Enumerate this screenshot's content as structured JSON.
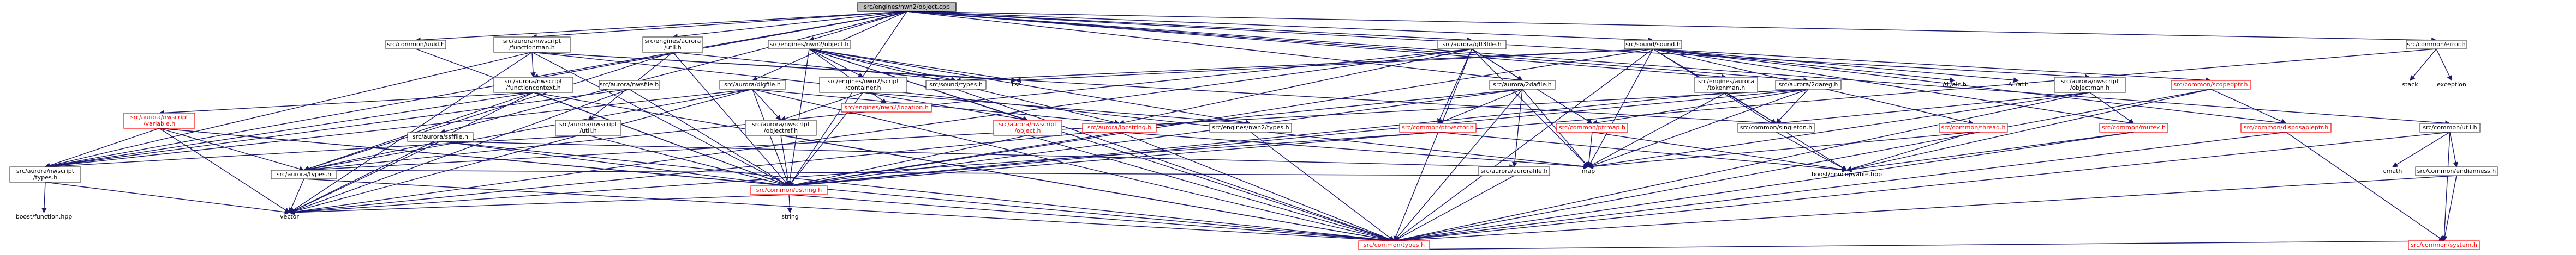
{
  "root": "graph-root",
  "nodes": [
    {
      "id": "root",
      "label": "src/engines/nwn2/object.cpp",
      "style": "root"
    },
    {
      "id": "n_uuid",
      "label": "src/common/uuid.h",
      "style": "normal"
    },
    {
      "id": "n_fncman",
      "label": "src/aurora/nwscript\n/functionman.h",
      "style": "normal"
    },
    {
      "id": "n_ea_util",
      "label": "src/engines/aurora\n/util.h",
      "style": "normal"
    },
    {
      "id": "n_nwn2obj",
      "label": "src/engines/nwn2/object.h",
      "style": "normal"
    },
    {
      "id": "n_gff3file",
      "label": "src/aurora/gff3file.h",
      "style": "normal"
    },
    {
      "id": "n_sound",
      "label": "src/sound/sound.h",
      "style": "normal"
    },
    {
      "id": "n_error",
      "label": "src/common/error.h",
      "style": "normal"
    },
    {
      "id": "n_fnccontext",
      "label": "src/aurora/nwscript\n/functioncontext.h",
      "style": "normal"
    },
    {
      "id": "n_nwsfile",
      "label": "src/aurora/nwsfile.h",
      "style": "normal"
    },
    {
      "id": "n_dlgfile",
      "label": "src/aurora/dlgfile.h",
      "style": "normal"
    },
    {
      "id": "n_container",
      "label": "src/engines/nwn2/script\n/container.h",
      "style": "normal"
    },
    {
      "id": "n_location",
      "label": "src/engines/nwn2/location.h",
      "style": "red"
    },
    {
      "id": "n_soundtypes",
      "label": "src/sound/types.h",
      "style": "normal"
    },
    {
      "id": "n_list",
      "label": "list",
      "style": "plain"
    },
    {
      "id": "n_2dafile",
      "label": "src/aurora/2dafile.h",
      "style": "normal"
    },
    {
      "id": "n_tokenman",
      "label": "src/engines/aurora\n/tokenman.h",
      "style": "normal"
    },
    {
      "id": "n_2dareg",
      "label": "src/aurora/2dareg.h",
      "style": "normal"
    },
    {
      "id": "n_alch",
      "label": "AL/alc.h",
      "style": "plain"
    },
    {
      "id": "n_alh",
      "label": "AL/al.h",
      "style": "plain"
    },
    {
      "id": "n_objectman",
      "label": "src/aurora/nwscript\n/objectman.h",
      "style": "normal"
    },
    {
      "id": "n_scopedptr",
      "label": "src/common/scopedptr.h",
      "style": "red"
    },
    {
      "id": "n_stack",
      "label": "stack",
      "style": "plain"
    },
    {
      "id": "n_exception",
      "label": "exception",
      "style": "plain"
    },
    {
      "id": "n_variable",
      "label": "src/aurora/nwscript\n/variable.h",
      "style": "red"
    },
    {
      "id": "n_nws_util",
      "label": "src/aurora/nwscript\n/util.h",
      "style": "normal"
    },
    {
      "id": "n_objectref",
      "label": "src/aurora/nwscript\n/objectref.h",
      "style": "normal"
    },
    {
      "id": "n_nws_object",
      "label": "src/aurora/nwscript\n/object.h",
      "style": "red"
    },
    {
      "id": "n_locstring",
      "label": "src/aurora/locstring.h",
      "style": "red"
    },
    {
      "id": "n_nwn2types",
      "label": "src/engines/nwn2/types.h",
      "style": "normal"
    },
    {
      "id": "n_ptrvector",
      "label": "src/common/ptrvector.h",
      "style": "red"
    },
    {
      "id": "n_ptrmap",
      "label": "src/common/ptrmap.h",
      "style": "red"
    },
    {
      "id": "n_singleton",
      "label": "src/common/singleton.h",
      "style": "normal"
    },
    {
      "id": "n_thread",
      "label": "src/common/thread.h",
      "style": "red"
    },
    {
      "id": "n_mutex",
      "label": "src/common/mutex.h",
      "style": "red"
    },
    {
      "id": "n_disposable",
      "label": "src/common/disposableptr.h",
      "style": "red"
    },
    {
      "id": "n_cutil",
      "label": "src/common/util.h",
      "style": "normal"
    },
    {
      "id": "n_nws_types",
      "label": "src/aurora/nwscript\n/types.h",
      "style": "normal"
    },
    {
      "id": "n_aurtypes",
      "label": "src/aurora/types.h",
      "style": "normal"
    },
    {
      "id": "n_ssffile",
      "label": "src/aurora/ssffile.h",
      "style": "normal"
    },
    {
      "id": "n_ustring",
      "label": "src/common/ustring.h",
      "style": "red"
    },
    {
      "id": "n_aurorafile",
      "label": "src/aurora/aurorafile.h",
      "style": "normal"
    },
    {
      "id": "n_map",
      "label": "map",
      "style": "plain"
    },
    {
      "id": "n_noncopyable",
      "label": "boost/noncopyable.hpp",
      "style": "plain"
    },
    {
      "id": "n_cmath",
      "label": "cmath",
      "style": "plain"
    },
    {
      "id": "n_endianness",
      "label": "src/common/endianness.h",
      "style": "normal"
    },
    {
      "id": "n_boostfn",
      "label": "boost/function.hpp",
      "style": "plain"
    },
    {
      "id": "n_vector",
      "label": "vector",
      "style": "plain"
    },
    {
      "id": "n_string",
      "label": "string",
      "style": "plain"
    },
    {
      "id": "n_ctypes",
      "label": "src/common/types.h",
      "style": "red"
    },
    {
      "id": "n_system",
      "label": "src/common/system.h",
      "style": "red"
    }
  ],
  "edges": [
    [
      "root",
      "n_uuid"
    ],
    [
      "root",
      "n_fncman"
    ],
    [
      "root",
      "n_ea_util"
    ],
    [
      "root",
      "n_nwn2obj"
    ],
    [
      "root",
      "n_gff3file"
    ],
    [
      "root",
      "n_sound"
    ],
    [
      "root",
      "n_error"
    ],
    [
      "root",
      "n_fnccontext"
    ],
    [
      "root",
      "n_dlgfile"
    ],
    [
      "root",
      "n_nws_types"
    ],
    [
      "root",
      "n_ssffile"
    ],
    [
      "root",
      "n_tokenman"
    ],
    [
      "root",
      "n_2dareg"
    ],
    [
      "root",
      "n_objectman"
    ],
    [
      "root",
      "n_ustring"
    ],
    [
      "root",
      "n_cutil"
    ],
    [
      "root",
      "n_2dafile"
    ],
    [
      "n_uuid",
      "n_ustring"
    ],
    [
      "n_fncman",
      "n_fnccontext"
    ],
    [
      "n_fncman",
      "n_nws_types"
    ],
    [
      "n_fncman",
      "n_list"
    ],
    [
      "n_fncman",
      "n_map"
    ],
    [
      "n_fncman",
      "n_ustring"
    ],
    [
      "n_fncman",
      "n_singleton"
    ],
    [
      "n_fncman",
      "n_vector"
    ],
    [
      "n_ea_util",
      "n_ustring"
    ],
    [
      "n_ea_util",
      "n_aurtypes"
    ],
    [
      "n_ea_util",
      "n_soundtypes"
    ],
    [
      "n_ea_util",
      "n_nws_util"
    ],
    [
      "n_nwn2obj",
      "n_container"
    ],
    [
      "n_nwn2obj",
      "n_location"
    ],
    [
      "n_nwn2obj",
      "n_soundtypes"
    ],
    [
      "n_nwn2obj",
      "n_list"
    ],
    [
      "n_nwn2obj",
      "n_nws_object"
    ],
    [
      "n_nwn2obj",
      "n_locstring"
    ],
    [
      "n_nwn2obj",
      "n_nwn2types"
    ],
    [
      "n_nwn2obj",
      "n_ctypes"
    ],
    [
      "n_nwn2obj",
      "n_ustring"
    ],
    [
      "n_gff3file",
      "n_aurtypes"
    ],
    [
      "n_gff3file",
      "n_locstring"
    ],
    [
      "n_gff3file",
      "n_ptrvector"
    ],
    [
      "n_gff3file",
      "n_ptrmap"
    ],
    [
      "n_gff3file",
      "n_2dafile"
    ],
    [
      "n_gff3file",
      "n_map"
    ],
    [
      "n_gff3file",
      "n_vector"
    ],
    [
      "n_gff3file",
      "n_ctypes"
    ],
    [
      "n_sound",
      "n_alch"
    ],
    [
      "n_sound",
      "n_alh"
    ],
    [
      "n_sound",
      "n_list"
    ],
    [
      "n_sound",
      "n_soundtypes"
    ],
    [
      "n_sound",
      "n_scopedptr"
    ],
    [
      "n_sound",
      "n_thread"
    ],
    [
      "n_sound",
      "n_mutex"
    ],
    [
      "n_sound",
      "n_singleton"
    ],
    [
      "n_sound",
      "n_noncopyable"
    ],
    [
      "n_sound",
      "n_disposable"
    ],
    [
      "n_sound",
      "n_ctypes"
    ],
    [
      "n_sound",
      "n_ustring"
    ],
    [
      "n_sound",
      "n_map"
    ],
    [
      "n_error",
      "n_stack"
    ],
    [
      "n_error",
      "n_exception"
    ],
    [
      "n_error",
      "n_ustring"
    ],
    [
      "n_fnccontext",
      "n_nws_types"
    ],
    [
      "n_fnccontext",
      "n_variable"
    ],
    [
      "n_fnccontext",
      "n_vector"
    ],
    [
      "n_fnccontext",
      "n_ustring"
    ],
    [
      "n_fnccontext",
      "n_aurtypes"
    ],
    [
      "n_fnccontext",
      "n_ctypes"
    ],
    [
      "n_nwsfile",
      "n_nws_types"
    ],
    [
      "n_nwsfile",
      "n_ustring"
    ],
    [
      "n_nwsfile",
      "n_vector"
    ],
    [
      "n_dlgfile",
      "n_aurtypes"
    ],
    [
      "n_dlgfile",
      "n_locstring"
    ],
    [
      "n_dlgfile",
      "n_ustring"
    ],
    [
      "n_dlgfile",
      "n_nws_types"
    ],
    [
      "n_dlgfile",
      "n_objectref"
    ],
    [
      "n_dlgfile",
      "n_vector"
    ],
    [
      "n_dlgfile",
      "n_ctypes"
    ],
    [
      "n_container",
      "n_nws_object"
    ],
    [
      "n_container",
      "n_objectref"
    ],
    [
      "n_container",
      "n_ustring"
    ],
    [
      "n_container",
      "n_nwn2types"
    ],
    [
      "n_soundtypes",
      "n_ctypes"
    ],
    [
      "n_2dafile",
      "n_map"
    ],
    [
      "n_2dafile",
      "n_aurorafile"
    ],
    [
      "n_2dafile",
      "n_ptrvector"
    ],
    [
      "n_2dafile",
      "n_ustring"
    ],
    [
      "n_2dafile",
      "n_ctypes"
    ],
    [
      "n_2dafile",
      "n_vector"
    ],
    [
      "n_tokenman",
      "n_map"
    ],
    [
      "n_tokenman",
      "n_ustring"
    ],
    [
      "n_tokenman",
      "n_singleton"
    ],
    [
      "n_2dareg",
      "n_ptrmap"
    ],
    [
      "n_2dareg",
      "n_singleton"
    ],
    [
      "n_2dareg",
      "n_ustring"
    ],
    [
      "n_2dareg",
      "n_aurtypes"
    ],
    [
      "n_2dareg",
      "n_map"
    ],
    [
      "n_objectman",
      "n_map"
    ],
    [
      "n_objectman",
      "n_mutex"
    ],
    [
      "n_objectman",
      "n_singleton"
    ],
    [
      "n_objectman",
      "n_ctypes"
    ],
    [
      "n_scopedptr",
      "n_noncopyable"
    ],
    [
      "n_scopedptr",
      "n_disposable"
    ],
    [
      "n_scopedptr",
      "n_ctypes"
    ],
    [
      "n_variable",
      "n_nws_types"
    ],
    [
      "n_variable",
      "n_vector"
    ],
    [
      "n_variable",
      "n_aurtypes"
    ],
    [
      "n_variable",
      "n_ustring"
    ],
    [
      "n_variable",
      "n_ctypes"
    ],
    [
      "n_nws_util",
      "n_ustring"
    ],
    [
      "n_nws_util",
      "n_nws_types"
    ],
    [
      "n_objectref",
      "n_ctypes"
    ],
    [
      "n_objectref",
      "n_ustring"
    ],
    [
      "n_nws_object",
      "n_ustring"
    ],
    [
      "n_nws_object",
      "n_ctypes"
    ],
    [
      "n_locstring",
      "n_ustring"
    ],
    [
      "n_locstring",
      "n_ctypes"
    ],
    [
      "n_locstring",
      "n_map"
    ],
    [
      "n_nwn2types",
      "n_ctypes"
    ],
    [
      "n_ptrvector",
      "n_vector"
    ],
    [
      "n_ptrvector",
      "n_noncopyable"
    ],
    [
      "n_ptrmap",
      "n_map"
    ],
    [
      "n_ptrmap",
      "n_noncopyable"
    ],
    [
      "n_singleton",
      "n_noncopyable"
    ],
    [
      "n_thread",
      "n_noncopyable"
    ],
    [
      "n_thread",
      "n_map"
    ],
    [
      "n_mutex",
      "n_noncopyable"
    ],
    [
      "n_mutex",
      "n_ctypes"
    ],
    [
      "n_disposable",
      "n_ctypes"
    ],
    [
      "n_disposable",
      "n_system"
    ],
    [
      "n_cutil",
      "n_cmath"
    ],
    [
      "n_cutil",
      "n_endianness"
    ],
    [
      "n_cutil",
      "n_ctypes"
    ],
    [
      "n_cutil",
      "n_system"
    ],
    [
      "n_nws_types",
      "n_boostfn"
    ],
    [
      "n_nws_types",
      "n_vector"
    ],
    [
      "n_aurtypes",
      "n_vector"
    ],
    [
      "n_aurtypes",
      "n_ctypes"
    ],
    [
      "n_ssffile",
      "n_aurtypes"
    ],
    [
      "n_ssffile",
      "n_aurorafile"
    ],
    [
      "n_ssffile",
      "n_ustring"
    ],
    [
      "n_ssffile",
      "n_ctypes"
    ],
    [
      "n_ssffile",
      "n_vector"
    ],
    [
      "n_ustring",
      "n_string"
    ],
    [
      "n_ustring",
      "n_vector"
    ],
    [
      "n_ustring",
      "n_ctypes"
    ],
    [
      "n_aurorafile",
      "n_ctypes"
    ],
    [
      "n_aurorafile",
      "n_aurtypes"
    ],
    [
      "n_endianness",
      "n_ctypes"
    ],
    [
      "n_endianness",
      "n_system"
    ],
    [
      "n_ctypes",
      "n_system"
    ]
  ]
}
